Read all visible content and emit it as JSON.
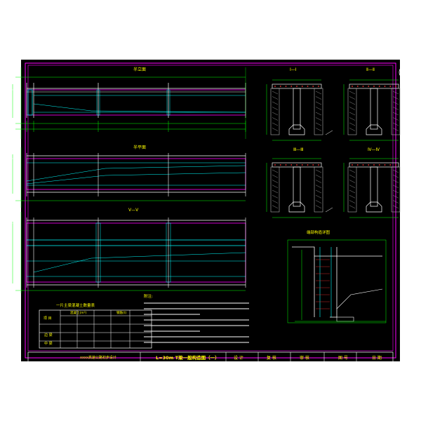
{
  "colors": {
    "background": "#ffffff",
    "sheet": "#000000",
    "border": "#ff00ff",
    "outline": "#ffffff",
    "concrete": "#00ffff",
    "dimension": "#00ff00",
    "text": "#ffff00",
    "rebar": "#ff3333",
    "hatch": "#b0b0b0"
  },
  "icons": {
    "north": "north-arrow-icon",
    "section_marker": "section-marker-icon"
  },
  "drawing": {
    "elevation_title": "半立面",
    "half_plan_title": "半平面",
    "section_v_title": "Ⅴ—Ⅴ",
    "sections": {
      "s1": "Ⅰ—Ⅰ",
      "s2": "Ⅱ—Ⅱ",
      "s3": "Ⅲ—Ⅲ",
      "s4": "Ⅳ—Ⅳ"
    },
    "detail_title": "端部构造详图",
    "notes_title": "附注:",
    "table": {
      "title": "一片主梁混凝土数量表",
      "col_project": "项 目",
      "col_concrete": "混凝土(m³)",
      "col_steel": "钢筋(t)",
      "rows": [
        {
          "label": "边 梁",
          "values": [
            "",
            "",
            "",
            "",
            ""
          ]
        },
        {
          "label": "中 梁",
          "values": [
            "",
            "",
            "",
            "",
            ""
          ]
        }
      ]
    }
  },
  "title_block": {
    "project": "xxxx高速公路初步设计",
    "drawing_title": "L=30m T梁一般构造图（一）",
    "design": "设 计",
    "review": "复 核",
    "approve": "审 核",
    "sheet_no": "图 号",
    "date": "日 期"
  }
}
